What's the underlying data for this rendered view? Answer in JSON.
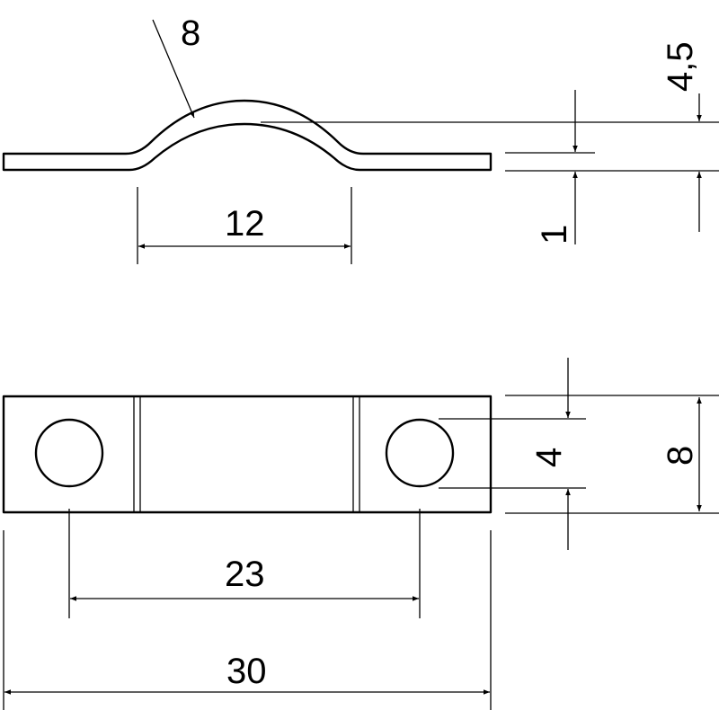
{
  "drawing": {
    "side_view": {
      "radius_label": "8",
      "arch_width_label": "12",
      "thickness_label": "1",
      "height_label": "4,5"
    },
    "top_view": {
      "hole_diameter_label": "4",
      "width_label": "8",
      "hole_spacing_label": "23",
      "overall_length_label": "30"
    }
  }
}
